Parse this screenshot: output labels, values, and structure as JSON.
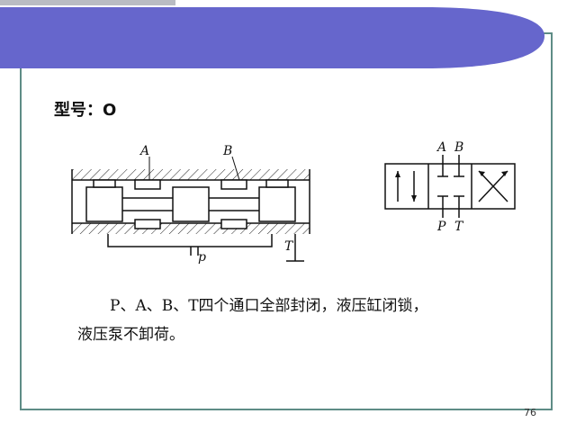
{
  "slide": {
    "title": "型号：O",
    "description_line1": "P、A、B、T四个通口全部封闭，液压缸闭锁，",
    "description_line2": "液压泵不卸荷。",
    "page_number": "76"
  },
  "valve_diagram": {
    "port_a": "A",
    "port_b": "B",
    "port_t": "T",
    "port_p": "p"
  },
  "symbol_diagram": {
    "port_a": "A",
    "port_b": "B",
    "port_p": "P",
    "port_t": "T"
  },
  "colors": {
    "banner": "#6666cc",
    "frame": "#5e8c86"
  }
}
